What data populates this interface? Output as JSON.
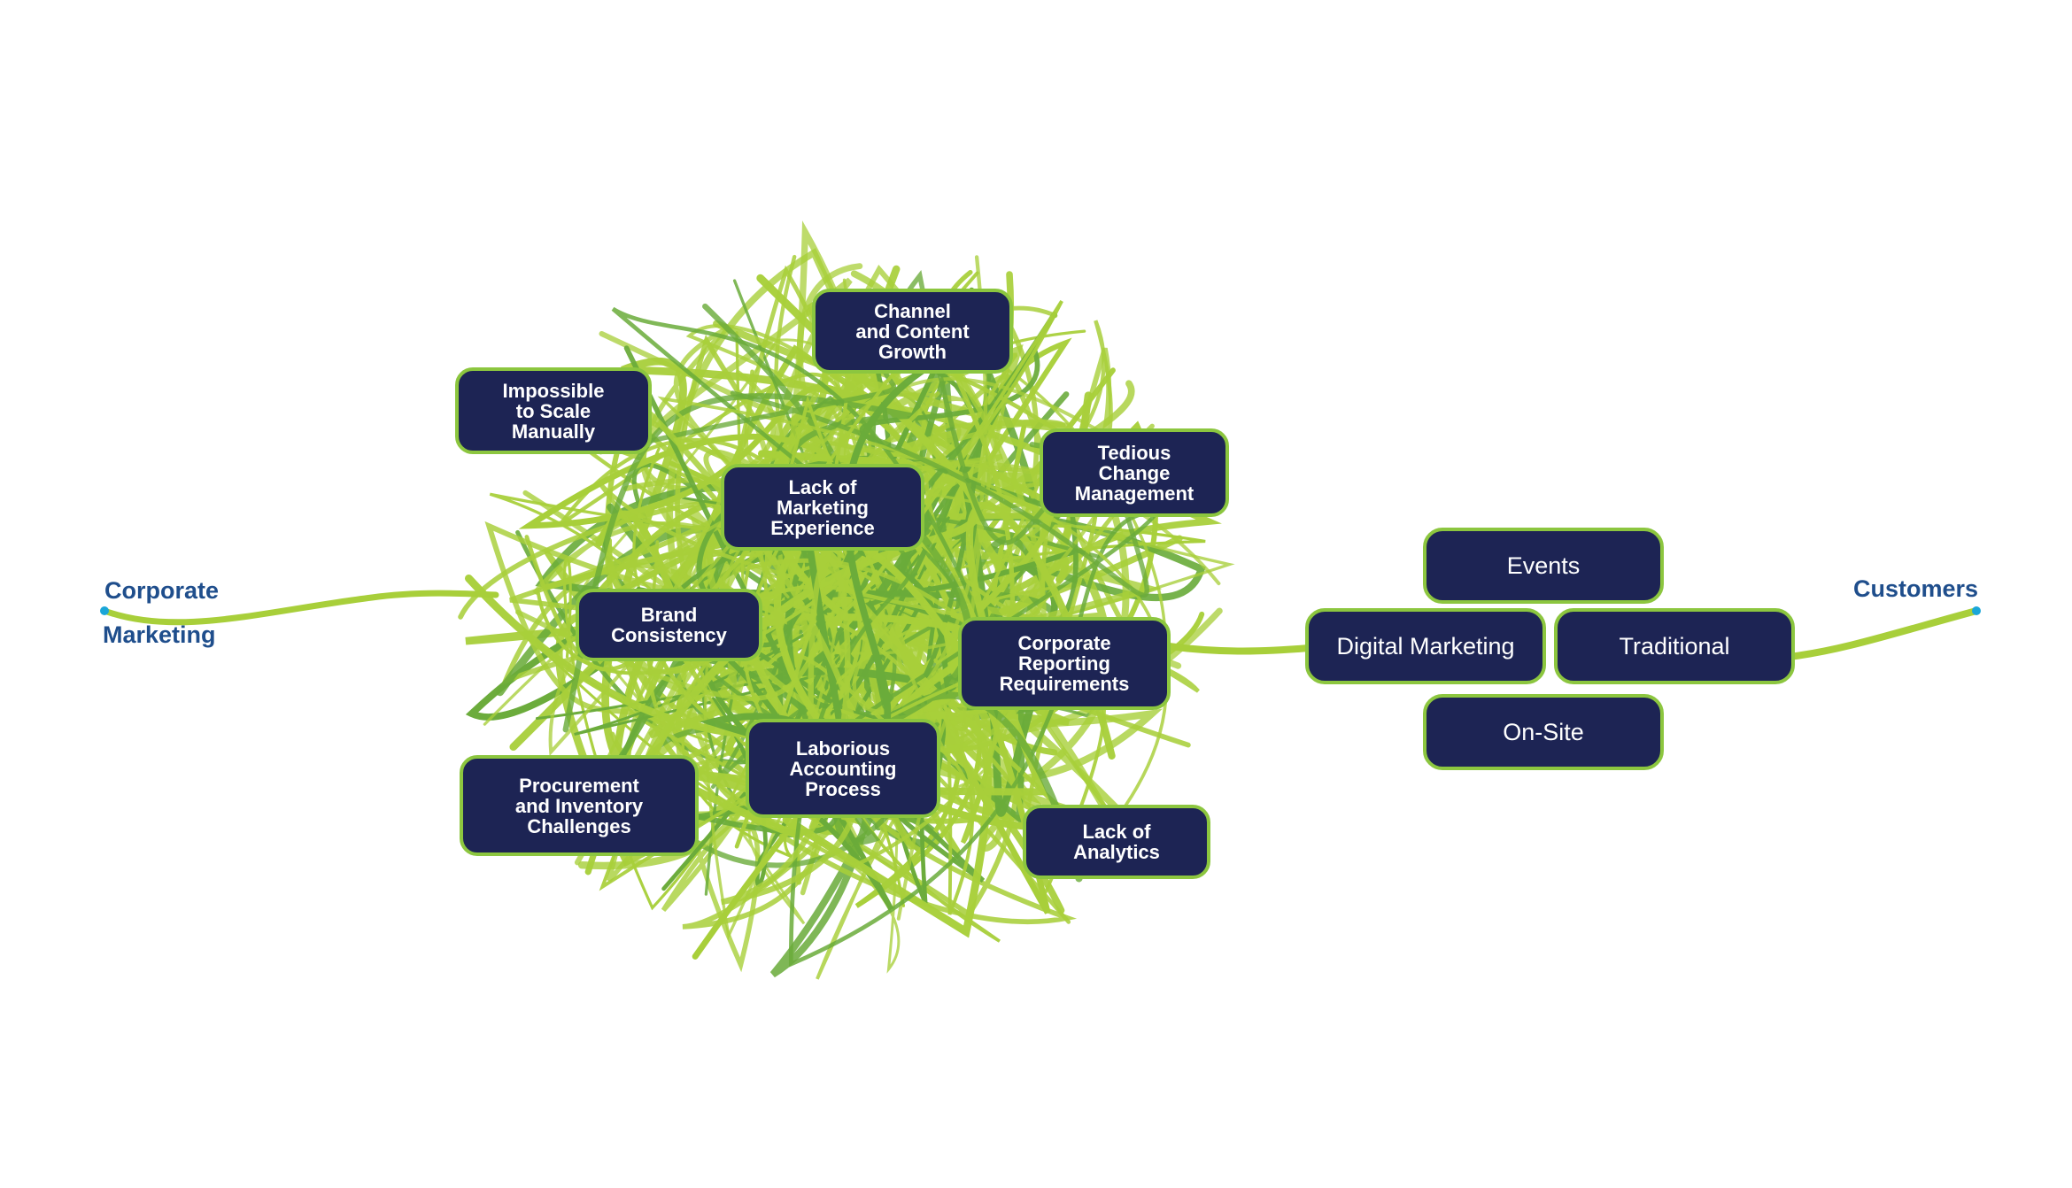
{
  "source": {
    "line1": "Corporate",
    "line2": "Marketing"
  },
  "target": {
    "label": "Customers"
  },
  "pain_points": [
    {
      "id": "impossible-to-scale",
      "label": "Impossible\nto Scale\nManually"
    },
    {
      "id": "channel-content-growth",
      "label": "Channel\nand Content\nGrowth"
    },
    {
      "id": "lack-of-marketing-experience",
      "label": "Lack of\nMarketing\nExperience"
    },
    {
      "id": "tedious-change-management",
      "label": "Tedious\nChange\nManagement"
    },
    {
      "id": "brand-consistency",
      "label": "Brand\nConsistency"
    },
    {
      "id": "corporate-reporting",
      "label": "Corporate\nReporting\nRequirements"
    },
    {
      "id": "laborious-accounting",
      "label": "Laborious\nAccounting\nProcess"
    },
    {
      "id": "procurement-inventory",
      "label": "Procurement\nand Inventory\nChallenges"
    },
    {
      "id": "lack-of-analytics",
      "label": "Lack of\nAnalytics"
    }
  ],
  "channels": [
    {
      "id": "events",
      "label": "Events"
    },
    {
      "id": "digital-marketing",
      "label": "Digital Marketing"
    },
    {
      "id": "traditional",
      "label": "Traditional"
    },
    {
      "id": "on-site",
      "label": "On-Site"
    }
  ],
  "colors": {
    "node_fill": "#1d2454",
    "node_border": "#8cc63f",
    "tangle_light": "#a8cf3a",
    "tangle_dark": "#6aab3a",
    "line": "#a8cf3a",
    "endpoint_text": "#1f4e8c",
    "endpoint_dot": "#1aa6d8"
  }
}
